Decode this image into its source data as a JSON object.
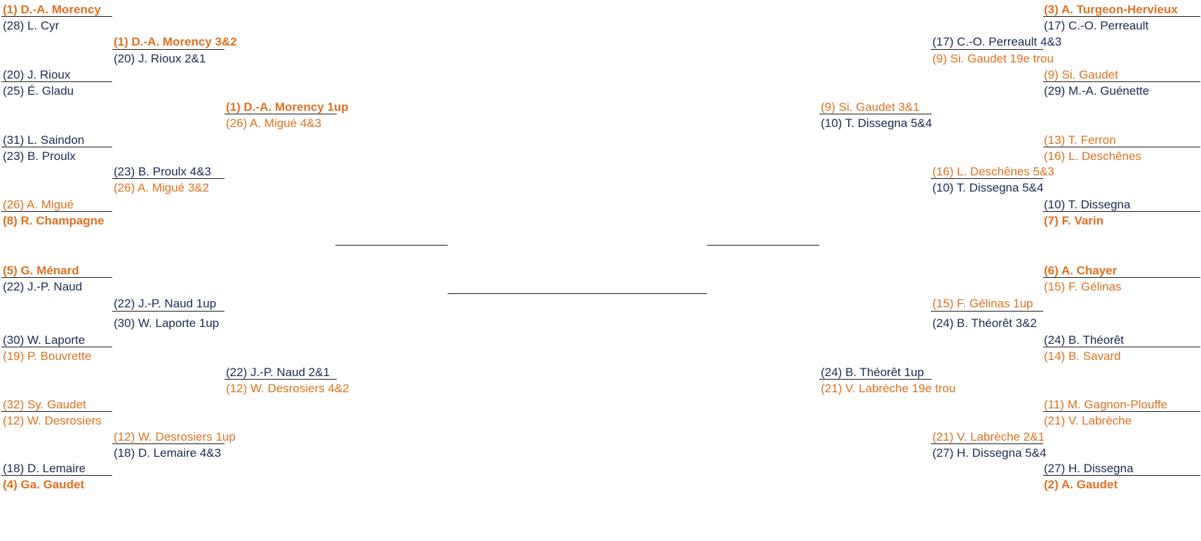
{
  "left": {
    "r1": [
      "(1) D.-A. Morency",
      "(28) L. Cyr",
      "(20) J. Rioux",
      "(25) É. Gladu",
      "(31) L. Saindon",
      "(23) B. Proulx",
      "(26) A. Migué",
      "(8) R. Champagne",
      "(5) G. Ménard",
      "(22) J.-P. Naud",
      "(30) W. Laporte",
      "(19) P. Bouvrette",
      "(32) Sy. Gaudet",
      "(12) W. Desrosiers",
      "(18) D. Lemaire",
      "(4) Ga. Gaudet"
    ],
    "r2": [
      "(1) D.-A. Morency 3&2",
      "(20) J. Rioux 2&1",
      "(23) B. Proulx 4&3",
      "(26) A. Migué 3&2",
      "(22) J.-P. Naud 1up",
      "(30) W. Laporte 1up",
      "(12) W. Desrosiers 1up",
      "(18) D. Lemaire 4&3"
    ],
    "r3": [
      "(1) D.-A. Morency 1up",
      "(26) A. Migué 4&3",
      "(22) J.-P. Naud 2&1",
      "(12) W. Desrosiers 4&2"
    ]
  },
  "right": {
    "r1": [
      "(3) A. Turgeon-Hervieux",
      "(17) C.-O. Perreault",
      "(9) Si. Gaudet",
      "(29) M.-A. Guénette",
      "(13) T. Ferron",
      "(16) L. Deschênes",
      "(10) T. Dissegna",
      "(7) F. Varin",
      "(6) A. Chayer",
      "(15) F. Gélinas",
      "(24) B. Théorêt",
      "(14) B. Savard",
      "(11) M. Gagnon-Plouffe",
      "(21) V. Labrèche",
      "(27) H. Dissegna",
      "(2) A. Gaudet"
    ],
    "r2": [
      "(17) C.-O. Perreault 4&3",
      "(9) Si. Gaudet 19e trou",
      "(16) L. Deschênes 5&3",
      "(10) T. Dissegna 5&4",
      "(15) F. Gélinas 1up",
      "(24) B. Théorêt 3&2",
      "(21) V. Labrèche 2&1",
      "(27) H. Dissegna 5&4"
    ],
    "r3": [
      "(9) Si. Gaudet 3&1",
      "(10) T. Dissegna 5&4",
      "(24) B. Théorêt 1up",
      "(21) V. Labrèche 19e trou"
    ]
  }
}
